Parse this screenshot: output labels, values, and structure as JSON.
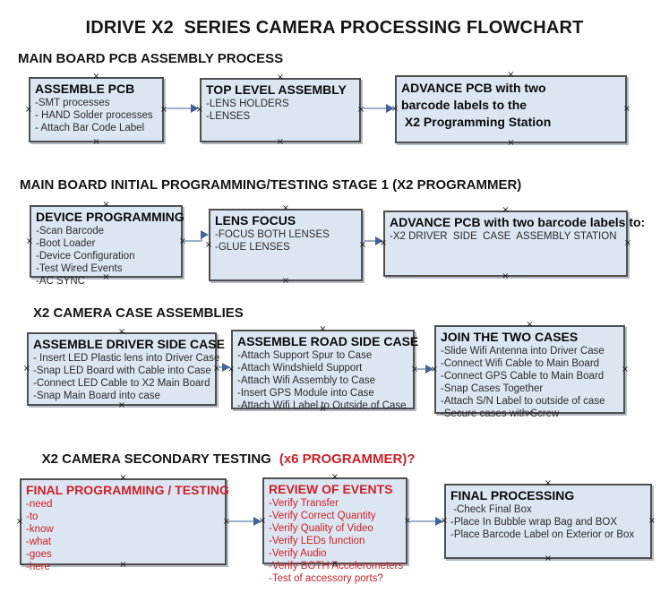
{
  "title": "IDRIVE X2  SERIES CAMERA PROCESSING FLOWCHART",
  "icons": {
    "anchor_glyph": "×",
    "arrowhead": "right-triangle"
  },
  "colors": {
    "box_fill": "#dce6f2",
    "box_border": "#4f4f4f",
    "arrow_line": "#9cb0c9",
    "arrow_head": "#44629a",
    "red_text": "#cc2128"
  },
  "sections": [
    {
      "heading": "MAIN BOARD PCB ASSEMBLY PROCESS",
      "boxes": [
        {
          "title": "ASSEMBLE PCB",
          "items": [
            "-SMT processes",
            "- HAND Solder processes",
            "- Attach Bar Code Label"
          ]
        },
        {
          "title": "TOP LEVEL ASSEMBLY",
          "items": [
            "-LENS HOLDERS",
            "-LENSES"
          ]
        },
        {
          "lines": [
            "ADVANCE PCB with two",
            "barcode labels to the",
            " X2 Programming Station"
          ]
        }
      ]
    },
    {
      "heading": "MAIN BOARD INITIAL PROGRAMMING/TESTING STAGE 1 (X2 PROGRAMMER)",
      "boxes": [
        {
          "title": "DEVICE PROGRAMMING",
          "items": [
            "-Scan Barcode",
            "-Boot Loader",
            "-Device Configuration",
            "-Test Wired Events",
            "-AC SYNC"
          ]
        },
        {
          "title": "LENS FOCUS",
          "items": [
            "-FOCUS BOTH LENSES",
            "-GLUE LENSES"
          ]
        },
        {
          "title": "ADVANCE PCB with two barcode labels to:",
          "items": [
            "-X2 DRIVER  SIDE  CASE  ASSEMBLY STATION"
          ]
        }
      ]
    },
    {
      "heading": "X2 CAMERA CASE ASSEMBLIES",
      "boxes": [
        {
          "title": "ASSEMBLE DRIVER SIDE CASE",
          "items": [
            "- Insert LED Plastic lens into Driver Case",
            "-Snap LED Board with Cable into Case",
            "-Connect LED Cable to X2 Main Board",
            "-Snap Main Board into case"
          ]
        },
        {
          "title": "ASSEMBLE ROAD SIDE CASE",
          "items": [
            "-Attach Support Spur to Case",
            "-Attach Windshield Support",
            "-Attach Wifi Assembly to Case",
            "-Insert GPS Module into Case",
            "-Attach Wifi Label to Outside of Case"
          ]
        },
        {
          "title": "JOIN THE TWO CASES",
          "items": [
            "-Slide Wifi Antenna into Driver Case",
            "-Connect Wifi Cable to Main Board",
            "-Connect GPS Cable to Main Board",
            "-Snap Cases Together",
            "-Attach S/N Label to outside of case",
            "-Secure cases with Screw"
          ]
        }
      ]
    },
    {
      "heading_black": "X2 CAMERA SECONDARY TESTING",
      "heading_red": "(x6 PROGRAMMER)?",
      "boxes": [
        {
          "title": "FINAL PROGRAMMING / TESTING",
          "items": [
            "-need",
            "-to",
            "-know",
            "-what",
            "-goes",
            "-here"
          ]
        },
        {
          "title": "REVIEW OF EVENTS",
          "items": [
            "-Verify Transfer",
            "-Verify Correct Quantity",
            "-Verify Quality of Video",
            "-Verify LEDs function",
            "-Verify Audio",
            "-Verify BOTH Accelerometers",
            "-Test of accessory ports?"
          ]
        },
        {
          "title": "FINAL PROCESSING",
          "items": [
            " -Check Final Box",
            "-Place In Bubble wrap Bag and BOX",
            "-Place Barcode Label on Exterior or Box"
          ]
        }
      ]
    }
  ]
}
